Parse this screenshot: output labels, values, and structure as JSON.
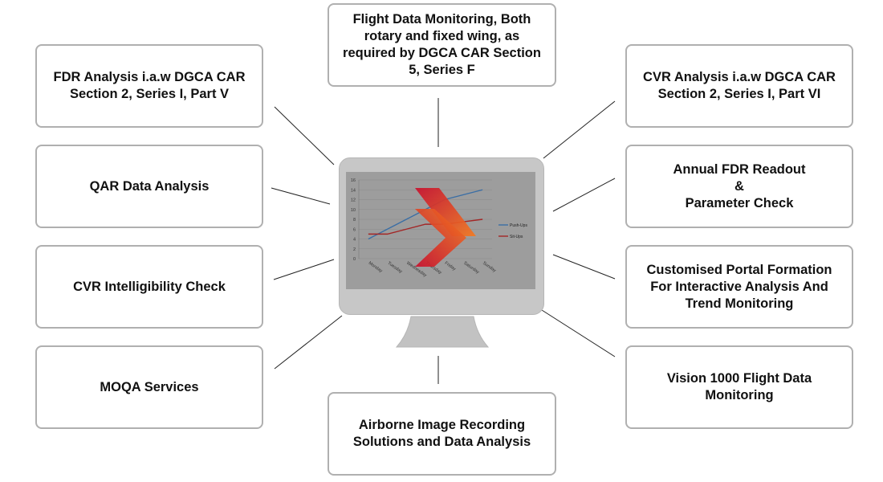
{
  "boxes": {
    "top": "Flight Data Monitoring, Both\nrotary and fixed wing, as\nrequired by DGCA CAR Section\n5, Series F",
    "fdr": "FDR Analysis i.a.w DGCA CAR\nSection 2, Series I, Part V",
    "cvr_analysis": "CVR Analysis i.a.w DGCA CAR\nSection 2, Series I, Part VI",
    "qar": "QAR Data Analysis",
    "annual": "Annual FDR Readout\n&\nParameter Check",
    "cvr_intel": "CVR Intelligibility Check",
    "portal": "Customised Portal Formation\nFor Interactive Analysis And\nTrend Monitoring",
    "moqa": "MOQA Services",
    "vision": "Vision 1000 Flight Data\nMonitoring",
    "airborne": "Airborne Image Recording\nSolutions and Data Analysis"
  },
  "colors": {
    "box_border": "#b0b0b0",
    "monitor": "#c7c7c7",
    "screen": "#9d9d9d",
    "push_ups": "#3a6ea5",
    "sit_ups": "#a32626",
    "logo_orange": "#f47a20",
    "logo_red": "#c8102e"
  },
  "chart_data": {
    "type": "line",
    "categories": [
      "Monday",
      "Tuesday",
      "Wednesday",
      "Thursday",
      "Friday",
      "Saturday",
      "Sunday"
    ],
    "series": [
      {
        "name": "Push-Ups",
        "values": [
          4,
          6,
          8,
          10,
          12,
          13,
          14
        ]
      },
      {
        "name": "Sit-Ups",
        "values": [
          5,
          5,
          6,
          7,
          7,
          7.5,
          8
        ]
      }
    ],
    "yticks": [
      "0",
      "2",
      "4",
      "6",
      "8",
      "10",
      "12",
      "14",
      "16"
    ],
    "ylim": [
      0,
      16
    ],
    "legend": "right",
    "grid": true
  }
}
